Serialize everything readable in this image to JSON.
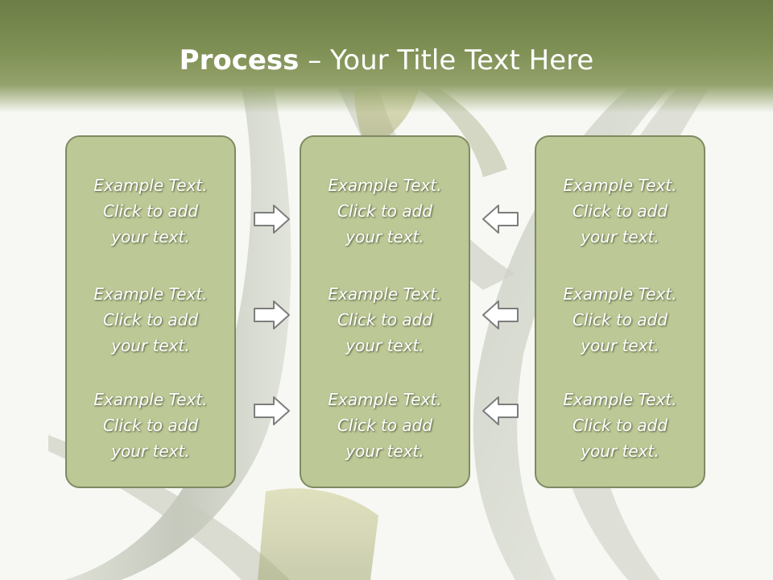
{
  "slide": {
    "title_bold": "Process",
    "title_separator": " – ",
    "title_rest": "Your Title Text Here",
    "columns": [
      {
        "items": [
          {
            "lines": [
              "Example Text.",
              "Click  to add",
              "your text."
            ]
          },
          {
            "lines": [
              "Example Text.",
              "Click  to add",
              "your text."
            ]
          },
          {
            "lines": [
              "Example Text.",
              "Click  to add",
              "your text."
            ]
          }
        ]
      },
      {
        "items": [
          {
            "lines": [
              "Example Text.",
              "Click  to add",
              "your text."
            ]
          },
          {
            "lines": [
              "Example Text.",
              "Click  to add",
              "your text."
            ]
          },
          {
            "lines": [
              "Example Text.",
              "Click  to add",
              "your text."
            ]
          }
        ]
      },
      {
        "items": [
          {
            "lines": [
              "Example Text.",
              "Click  to add",
              "your text."
            ]
          },
          {
            "lines": [
              "Example Text.",
              "Click  to add",
              "your text."
            ]
          },
          {
            "lines": [
              "Example Text.",
              "Click  to add",
              "your text."
            ]
          }
        ]
      }
    ],
    "arrows": [
      {
        "direction": "right",
        "icon": "arrow-right-icon"
      },
      {
        "direction": "right",
        "icon": "arrow-right-icon"
      },
      {
        "direction": "right",
        "icon": "arrow-right-icon"
      },
      {
        "direction": "left",
        "icon": "arrow-left-icon"
      },
      {
        "direction": "left",
        "icon": "arrow-left-icon"
      },
      {
        "direction": "left",
        "icon": "arrow-left-icon"
      }
    ]
  },
  "colors": {
    "header_green": "#7f9055",
    "box_fill": "#bcc895",
    "box_border": "#7f8a63",
    "text": "#ffffff",
    "background": "#f7f8f3"
  }
}
